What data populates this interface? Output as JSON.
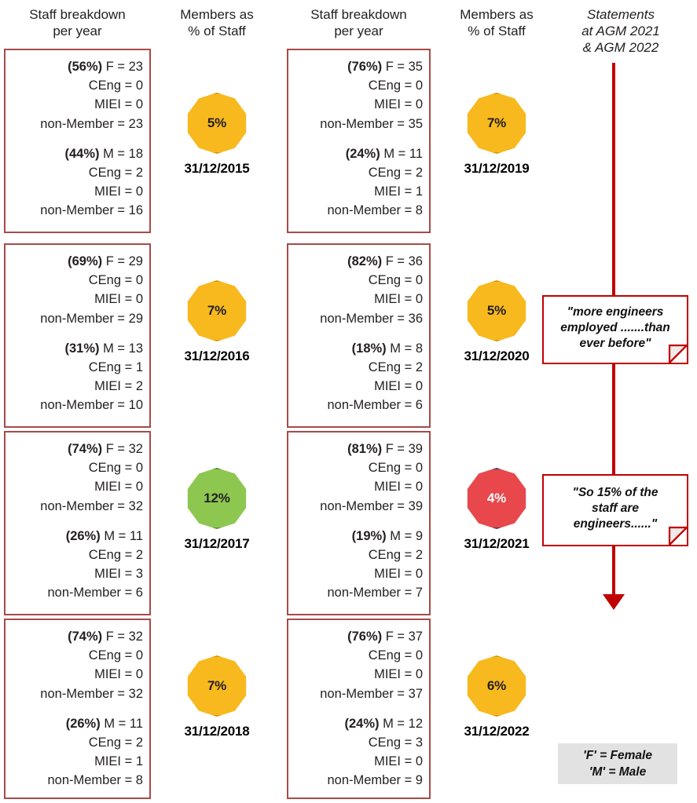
{
  "headers": {
    "staff_breakdown": "Staff breakdown\nper year",
    "staff_breakdown_l1": "Staff breakdown",
    "staff_breakdown_l2": "per year",
    "members_pct_l1": "Members as",
    "members_pct_l2": "% of Staff",
    "statements_l1": "Statements",
    "statements_l2": "at AGM 2021",
    "statements_l3": "& AGM 2022"
  },
  "chart_data": {
    "type": "table",
    "title": "Staff breakdown per year with Members as % of Staff",
    "columns": [
      "date",
      "female_pct",
      "female_total",
      "female_CEng",
      "female_MIEI",
      "female_nonMember",
      "male_pct",
      "male_total",
      "male_CEng",
      "male_MIEI",
      "male_nonMember",
      "members_pct_of_staff",
      "badge_color"
    ],
    "rows": [
      {
        "date": "31/12/2015",
        "female_pct": "56%",
        "female_total": 23,
        "female_CEng": 0,
        "female_MIEI": 0,
        "female_nonMember": 23,
        "male_pct": "44%",
        "male_total": 18,
        "male_CEng": 2,
        "male_MIEI": 0,
        "male_nonMember": 16,
        "members_pct_of_staff": "5%",
        "badge_color": "amber"
      },
      {
        "date": "31/12/2016",
        "female_pct": "69%",
        "female_total": 29,
        "female_CEng": 0,
        "female_MIEI": 0,
        "female_nonMember": 29,
        "male_pct": "31%",
        "male_total": 13,
        "male_CEng": 1,
        "male_MIEI": 2,
        "male_nonMember": 10,
        "members_pct_of_staff": "7%",
        "badge_color": "amber"
      },
      {
        "date": "31/12/2017",
        "female_pct": "74%",
        "female_total": 32,
        "female_CEng": 0,
        "female_MIEI": 0,
        "female_nonMember": 32,
        "male_pct": "26%",
        "male_total": 11,
        "male_CEng": 2,
        "male_MIEI": 3,
        "male_nonMember": 6,
        "members_pct_of_staff": "12%",
        "badge_color": "green"
      },
      {
        "date": "31/12/2018",
        "female_pct": "74%",
        "female_total": 32,
        "female_CEng": 0,
        "female_MIEI": 0,
        "female_nonMember": 32,
        "male_pct": "26%",
        "male_total": 11,
        "male_CEng": 2,
        "male_MIEI": 1,
        "male_nonMember": 8,
        "members_pct_of_staff": "7%",
        "badge_color": "amber"
      },
      {
        "date": "31/12/2019",
        "female_pct": "76%",
        "female_total": 35,
        "female_CEng": 0,
        "female_MIEI": 0,
        "female_nonMember": 35,
        "male_pct": "24%",
        "male_total": 11,
        "male_CEng": 2,
        "male_MIEI": 1,
        "male_nonMember": 8,
        "members_pct_of_staff": "7%",
        "badge_color": "amber"
      },
      {
        "date": "31/12/2020",
        "female_pct": "82%",
        "female_total": 36,
        "female_CEng": 0,
        "female_MIEI": 0,
        "female_nonMember": 36,
        "male_pct": "18%",
        "male_total": 8,
        "male_CEng": 2,
        "male_MIEI": 0,
        "male_nonMember": 6,
        "members_pct_of_staff": "5%",
        "badge_color": "amber"
      },
      {
        "date": "31/12/2021",
        "female_pct": "81%",
        "female_total": 39,
        "female_CEng": 0,
        "female_MIEI": 0,
        "female_nonMember": 39,
        "male_pct": "19%",
        "male_total": 9,
        "male_CEng": 2,
        "male_MIEI": 0,
        "male_nonMember": 7,
        "members_pct_of_staff": "4%",
        "badge_color": "red"
      },
      {
        "date": "31/12/2022",
        "female_pct": "76%",
        "female_total": 37,
        "female_CEng": 0,
        "female_MIEI": 0,
        "female_nonMember": 37,
        "male_pct": "24%",
        "male_total": 12,
        "male_CEng": 3,
        "male_MIEI": 0,
        "male_nonMember": 9,
        "members_pct_of_staff": "6%",
        "badge_color": "amber"
      }
    ]
  },
  "boxes": [
    {
      "id": "box-2015",
      "f_pct": "(56%)",
      "f_line": "F = 23",
      "f_ceng": "CEng = 0",
      "f_miei": "MIEI = 0",
      "f_non": "non-Member = 23",
      "m_pct": "(44%)",
      "m_line": "M = 18",
      "m_ceng": "CEng = 2",
      "m_miei": "MIEI = 0",
      "m_non": "non-Member = 16"
    },
    {
      "id": "box-2016",
      "f_pct": "(69%)",
      "f_line": "F = 29",
      "f_ceng": "CEng = 0",
      "f_miei": "MIEI = 0",
      "f_non": "non-Member = 29",
      "m_pct": "(31%)",
      "m_line": "M = 13",
      "m_ceng": "CEng = 1",
      "m_miei": "MIEI = 2",
      "m_non": "non-Member = 10"
    },
    {
      "id": "box-2017",
      "f_pct": "(74%)",
      "f_line": "F = 32",
      "f_ceng": "CEng = 0",
      "f_miei": "MIEI = 0",
      "f_non": "non-Member = 32",
      "m_pct": "(26%)",
      "m_line": "M = 11",
      "m_ceng": "CEng = 2",
      "m_miei": "MIEI = 3",
      "m_non": "non-Member = 6"
    },
    {
      "id": "box-2018",
      "f_pct": "(74%)",
      "f_line": "F = 32",
      "f_ceng": "CEng = 0",
      "f_miei": "MIEI = 0",
      "f_non": "non-Member = 32",
      "m_pct": "(26%)",
      "m_line": "M = 11",
      "m_ceng": "CEng = 2",
      "m_miei": "MIEI = 1",
      "m_non": "non-Member = 8"
    },
    {
      "id": "box-2019",
      "f_pct": "(76%)",
      "f_line": "F = 35",
      "f_ceng": "CEng = 0",
      "f_miei": "MIEI = 0",
      "f_non": "non-Member = 35",
      "m_pct": "(24%)",
      "m_line": "M = 11",
      "m_ceng": "CEng = 2",
      "m_miei": "MIEI = 1",
      "m_non": "non-Member = 8"
    },
    {
      "id": "box-2020",
      "f_pct": "(82%)",
      "f_line": "F = 36",
      "f_ceng": "CEng = 0",
      "f_miei": "MIEI = 0",
      "f_non": "non-Member = 36",
      "m_pct": "(18%)",
      "m_line": "M = 8",
      "m_ceng": "CEng = 2",
      "m_miei": "MIEI = 0",
      "m_non": "non-Member = 6"
    },
    {
      "id": "box-2021",
      "f_pct": "(81%)",
      "f_line": "F = 39",
      "f_ceng": "CEng = 0",
      "f_miei": "MIEI = 0",
      "f_non": "non-Member = 39",
      "m_pct": "(19%)",
      "m_line": "M = 9",
      "m_ceng": "CEng = 2",
      "m_miei": "MIEI = 0",
      "m_non": "non-Member = 7"
    },
    {
      "id": "box-2022",
      "f_pct": "(76%)",
      "f_line": "F = 37",
      "f_ceng": "CEng = 0",
      "f_miei": "MIEI = 0",
      "f_non": "non-Member = 37",
      "m_pct": "(24%)",
      "m_line": "M = 12",
      "m_ceng": "CEng = 3",
      "m_miei": "MIEI = 0",
      "m_non": "non-Member = 9"
    }
  ],
  "badges": [
    {
      "pct": "5%",
      "date": "31/12/2015",
      "color": "amber"
    },
    {
      "pct": "7%",
      "date": "31/12/2016",
      "color": "amber"
    },
    {
      "pct": "12%",
      "date": "31/12/2017",
      "color": "green"
    },
    {
      "pct": "7%",
      "date": "31/12/2018",
      "color": "amber"
    },
    {
      "pct": "7%",
      "date": "31/12/2019",
      "color": "amber"
    },
    {
      "pct": "5%",
      "date": "31/12/2020",
      "color": "amber"
    },
    {
      "pct": "4%",
      "date": "31/12/2021",
      "color": "red"
    },
    {
      "pct": "6%",
      "date": "31/12/2022",
      "color": "amber"
    }
  ],
  "notes": [
    {
      "l1": "\"more engineers",
      "l2": "employed .......than",
      "l3": "ever before\""
    },
    {
      "l1": "\"So 15% of the",
      "l2": "staff are",
      "l3": "engineers......\""
    }
  ],
  "legend": {
    "l1": "'F' = Female",
    "l2": "'M' = Male"
  },
  "colors": {
    "box_border": "#A64B48",
    "flow_red": "#C00000",
    "amber": "#F7B91E",
    "amber_edge": "#D99A07",
    "green": "#8DC750",
    "green_edge": "#5E8A3A",
    "red": "#E8474C",
    "red_edge": "#3B3F62",
    "legend_bg": "#E2E2E2"
  }
}
